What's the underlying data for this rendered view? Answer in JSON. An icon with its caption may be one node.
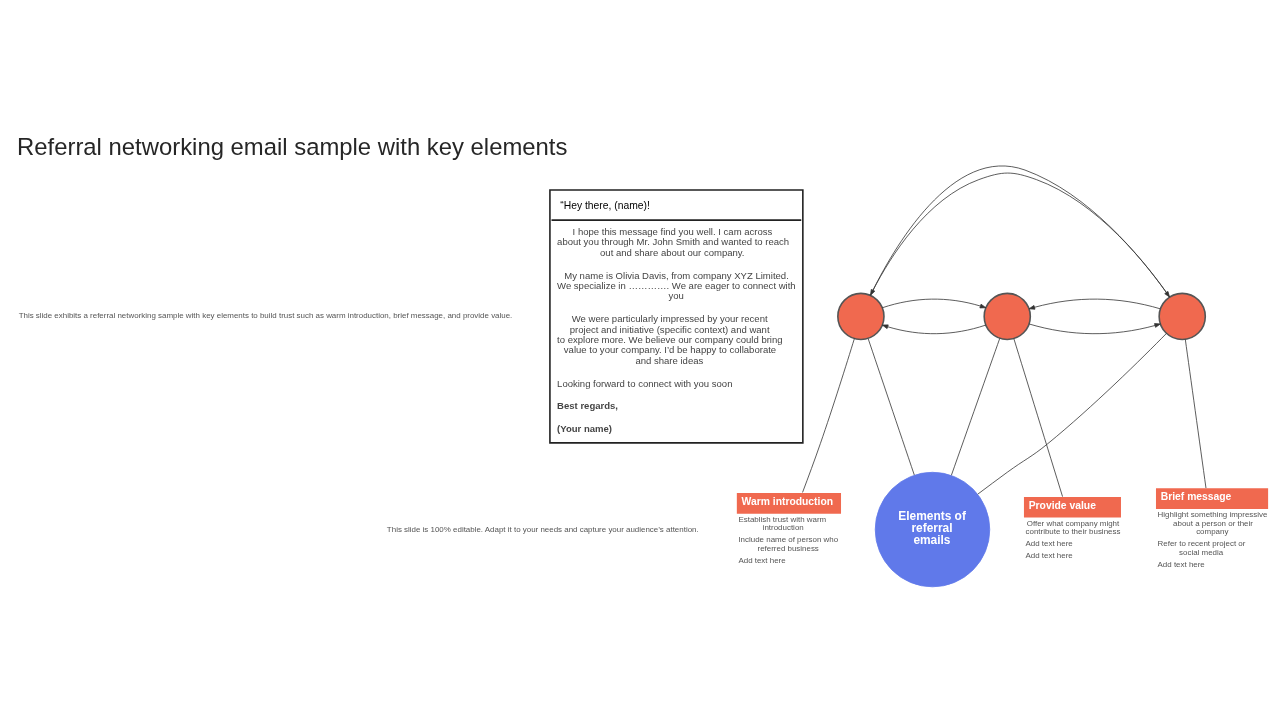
{
  "diagram": {
    "title": "Referral networking email sample with key elements",
    "nodes": [
      {
        "text": [
          "“Hey there, (name)!",
          "I hope this message find you well. I cam across about you through Mr. John Smith and wanted to reach out and share about our company.",
          "My name is Olivia Davis, from company XYZ Limited. We specialize in …………. We are eager to connect with you",
          "We were particularly impressed by your recent project and initiative (specific context) and want to explore more. We believe our company could bring value to your company. I’d be happy to collaborate and share ideas",
          "Looking forward to connect with you soon",
          "Best regards,",
          "(Your name)"
        ]
      },
      {
        "text": [
          "Elements of referral emails"
        ]
      },
      {
        "text": [],
        "shape": "circle"
      },
      {
        "text": [],
        "shape": "circle"
      },
      {
        "text": [],
        "shape": "circle"
      },
      {
        "text": [
          "Warm introduction"
        ],
        "beside": [
          "Establish trust with warm introduction",
          "Include name of person who referred business",
          "Add text here"
        ]
      },
      {
        "text": [
          "Provide value"
        ],
        "beside": [
          "Offer what company might contribute to their business",
          "Add text here",
          "Add text here"
        ]
      },
      {
        "text": [
          "Brief message"
        ],
        "beside": [
          "Highlight something impressive about a person or their company",
          "Refer to recent project or social media",
          "Add text here"
        ]
      }
    ],
    "edges": [
      {
        "from": 2,
        "to": 1,
        "arrow": "none"
      },
      {
        "from": 3,
        "to": 1,
        "arrow": "none"
      },
      {
        "from": 4,
        "to": 1,
        "arrow": "none"
      },
      {
        "from": 2,
        "to": 5,
        "arrow": "none"
      },
      {
        "from": 3,
        "to": 6,
        "arrow": "none"
      },
      {
        "from": 4,
        "to": 7,
        "arrow": "none"
      },
      {
        "from": 3,
        "to": 2,
        "arrow": "to"
      },
      {
        "from": 2,
        "to": 3,
        "arrow": "to"
      },
      {
        "from": 4,
        "to": 2,
        "arrow": "to"
      },
      {
        "from": 2,
        "to": 4,
        "arrow": "to"
      },
      {
        "from": 3,
        "to": 4,
        "arrow": "to"
      },
      {
        "from": 4,
        "to": 3,
        "arrow": "to"
      }
    ],
    "labels": [
      "This slide exhibits a referral networking sample with key elements to build trust such as warm introduction, brief message, and provide value.",
      "This slide is 100% editable. Adapt it to your needs and capture your audience’s attention."
    ]
  }
}
